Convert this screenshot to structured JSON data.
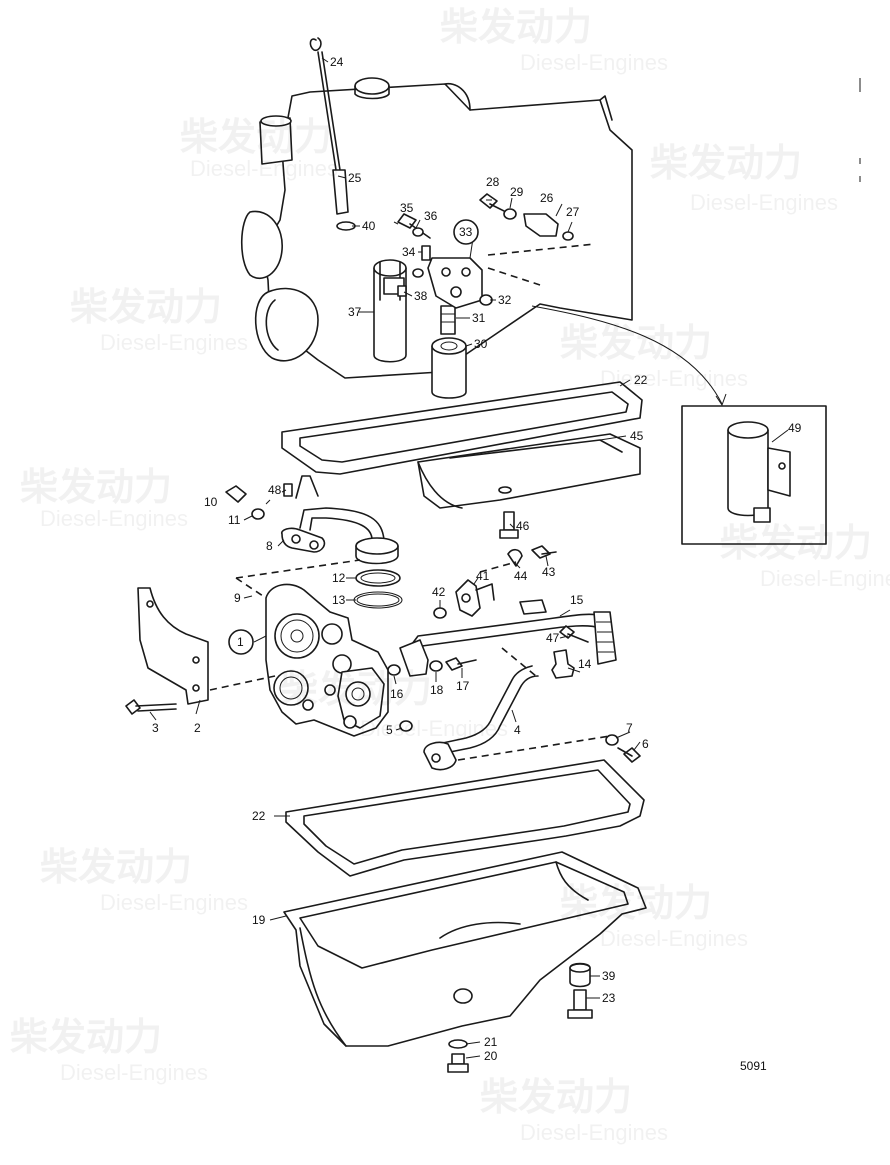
{
  "diagram": {
    "reference_number": "5091",
    "callouts": [
      "1",
      "2",
      "3",
      "4",
      "5",
      "6",
      "7",
      "8",
      "9",
      "10",
      "11",
      "12",
      "13",
      "14",
      "15",
      "16",
      "17",
      "18",
      "19",
      "20",
      "21",
      "22",
      "22",
      "23",
      "24",
      "25",
      "26",
      "27",
      "28",
      "29",
      "30",
      "31",
      "32",
      "33",
      "34",
      "35",
      "36",
      "37",
      "38",
      "39",
      "40",
      "41",
      "42",
      "43",
      "44",
      "45",
      "46",
      "47",
      "48",
      "49"
    ],
    "circled_callouts": [
      "1",
      "33"
    ]
  },
  "watermark": {
    "text_cn": "柴发动力",
    "text_en": "Diesel-Engines"
  }
}
